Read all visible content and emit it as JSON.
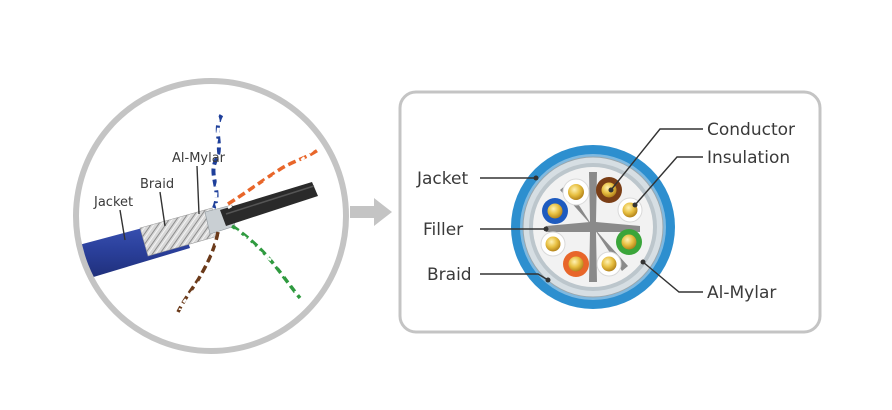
{
  "photo_labels": {
    "jacket": "Jacket",
    "braid": "Braid",
    "al_mylar": "Al-Mylar"
  },
  "cross_section_labels": {
    "conductor": "Conductor",
    "insulation": "Insulation",
    "jacket": "Jacket",
    "filler": "Filler",
    "braid": "Braid",
    "al_mylar": "Al-Mylar"
  },
  "colors": {
    "jacket_blue": "#2d8fcf",
    "cable_blue": "#2a3f9a",
    "frame_gray": "#c4c4c4",
    "filler_gray": "#8a8a8a",
    "conductor_gold": "#e0b33a",
    "pair_brown": "#8b4513",
    "pair_blue": "#1e5bbf",
    "pair_green": "#3aa53a",
    "pair_orange": "#e8662a"
  },
  "icons": {
    "arrow": "chevron-right-arrow-icon"
  }
}
